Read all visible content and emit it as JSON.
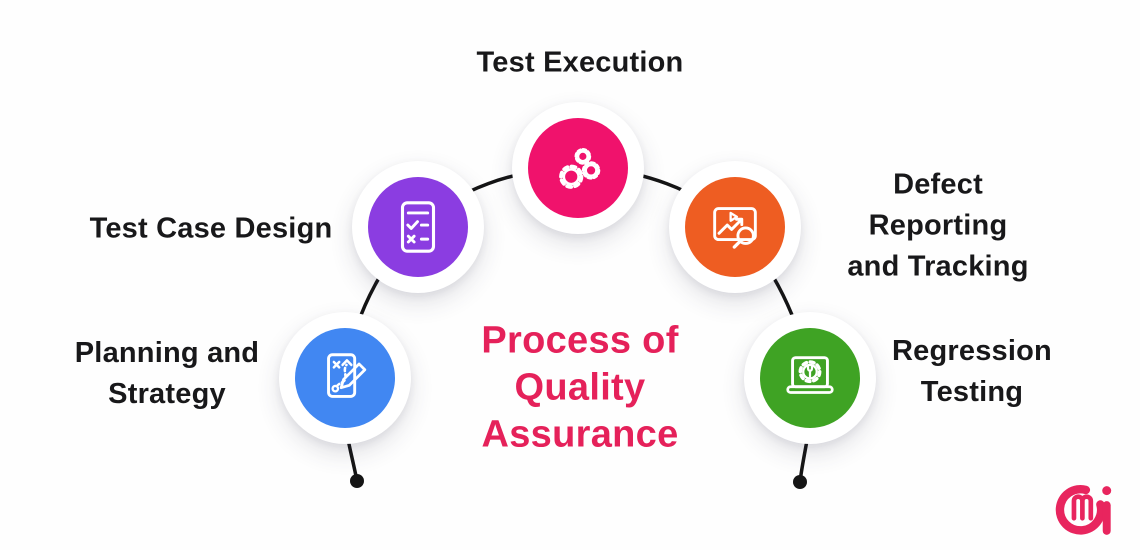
{
  "title": {
    "text": "Process of\nQuality\nAssurance",
    "color": "#e5215a"
  },
  "steps": [
    {
      "id": "planning-strategy",
      "label": "Planning and\nStrategy",
      "color": "#4187f2",
      "icon": "strategy-plan-icon"
    },
    {
      "id": "test-case-design",
      "label": "Test Case Design",
      "color": "#8b3de1",
      "icon": "checklist-icon"
    },
    {
      "id": "test-execution",
      "label": "Test Execution",
      "color": "#f0126c",
      "icon": "gears-icon"
    },
    {
      "id": "defect-reporting",
      "label": "Defect Reporting\nand Tracking",
      "color": "#ee5d22",
      "icon": "monitor-trend-magnifier-icon"
    },
    {
      "id": "regression-testing",
      "label": "Regression\nTesting",
      "color": "#3fa324",
      "icon": "laptop-gear-wrench-icon"
    }
  ],
  "connector": {
    "color": "#151515"
  },
  "logo": {
    "name": "cmi-logo",
    "color": "#e8255e"
  }
}
